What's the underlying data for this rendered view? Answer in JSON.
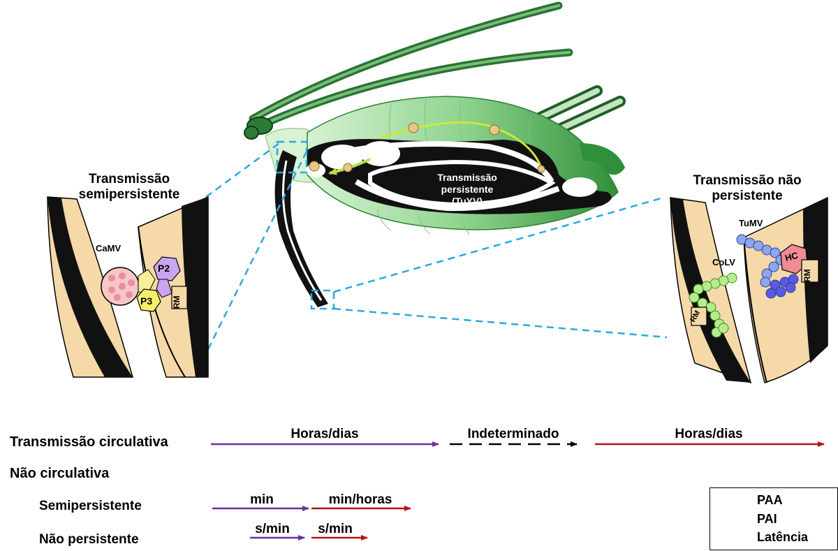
{
  "panels": {
    "left_title": [
      "Transmissão",
      "semipersistente"
    ],
    "right_title": [
      "Transmissão não",
      "persistente"
    ]
  },
  "aphid": {
    "center_label": [
      "Transmissão",
      "persistente",
      "(TuYV)"
    ]
  },
  "left_panel": {
    "virus": "CaMV",
    "p2": "P2",
    "p3": "P3",
    "rm": "RM"
  },
  "right_panel": {
    "virus_top": "TuMV",
    "virus_left": "CoLV",
    "hc": "HC",
    "rm_top": "RM",
    "rm_bottom": "RM"
  },
  "timeline": {
    "circulativa": {
      "label": "Transmissão circulativa",
      "paa": "Horas/dias",
      "latencia": "Indeterminado",
      "pai": "Horas/dias"
    },
    "nao_circulativa": {
      "label": "Não circulativa"
    },
    "semipersistente": {
      "label": "Semipersistente",
      "paa": "min",
      "pai": "min/horas"
    },
    "nao_persistente": {
      "label": "Não persistente",
      "paa": "s/min",
      "pai": "s/min"
    }
  },
  "legend": {
    "paa": "PAA",
    "pai": "PAI",
    "latencia": "Latência"
  },
  "colors": {
    "paa": "#6b2fa0",
    "pai": "#b01515",
    "latencia": "#000000",
    "guide": "#29a8e0",
    "stylet": "#f5d9a8",
    "body_green": "#3e9a45",
    "body_light": "#bfe8c0"
  }
}
